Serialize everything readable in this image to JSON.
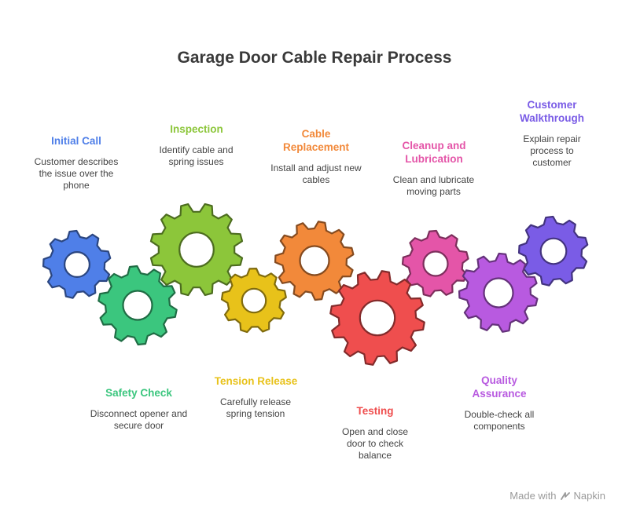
{
  "title": "Garage Door Cable Repair Process",
  "steps": [
    {
      "label": "Initial Call",
      "desc": "Customer describes the issue over the phone",
      "color": "#4f7fe8"
    },
    {
      "label": "Safety Check",
      "desc": "Disconnect opener and secure door",
      "color": "#3bc67e"
    },
    {
      "label": "Inspection",
      "desc": "Identify cable and spring issues",
      "color": "#8cc63a"
    },
    {
      "label": "Tension Release",
      "desc": "Carefully release spring tension",
      "color": "#e8c21a"
    },
    {
      "label": "Cable Replacement",
      "desc": "Install and adjust new cables",
      "color": "#f2893a"
    },
    {
      "label": "Testing",
      "desc": "Open and close door to check balance",
      "color": "#ef4e4e"
    },
    {
      "label": "Cleanup and Lubrication",
      "desc": "Clean and lubricate moving parts",
      "color": "#e455a8"
    },
    {
      "label": "Quality Assurance",
      "desc": "Double-check all components",
      "color": "#b85ae0"
    },
    {
      "label": "Customer Walkthrough",
      "desc": "Explain repair process to customer",
      "color": "#7a5ce6"
    }
  ],
  "footer": {
    "made_with": "Made with",
    "brand": "Napkin"
  }
}
